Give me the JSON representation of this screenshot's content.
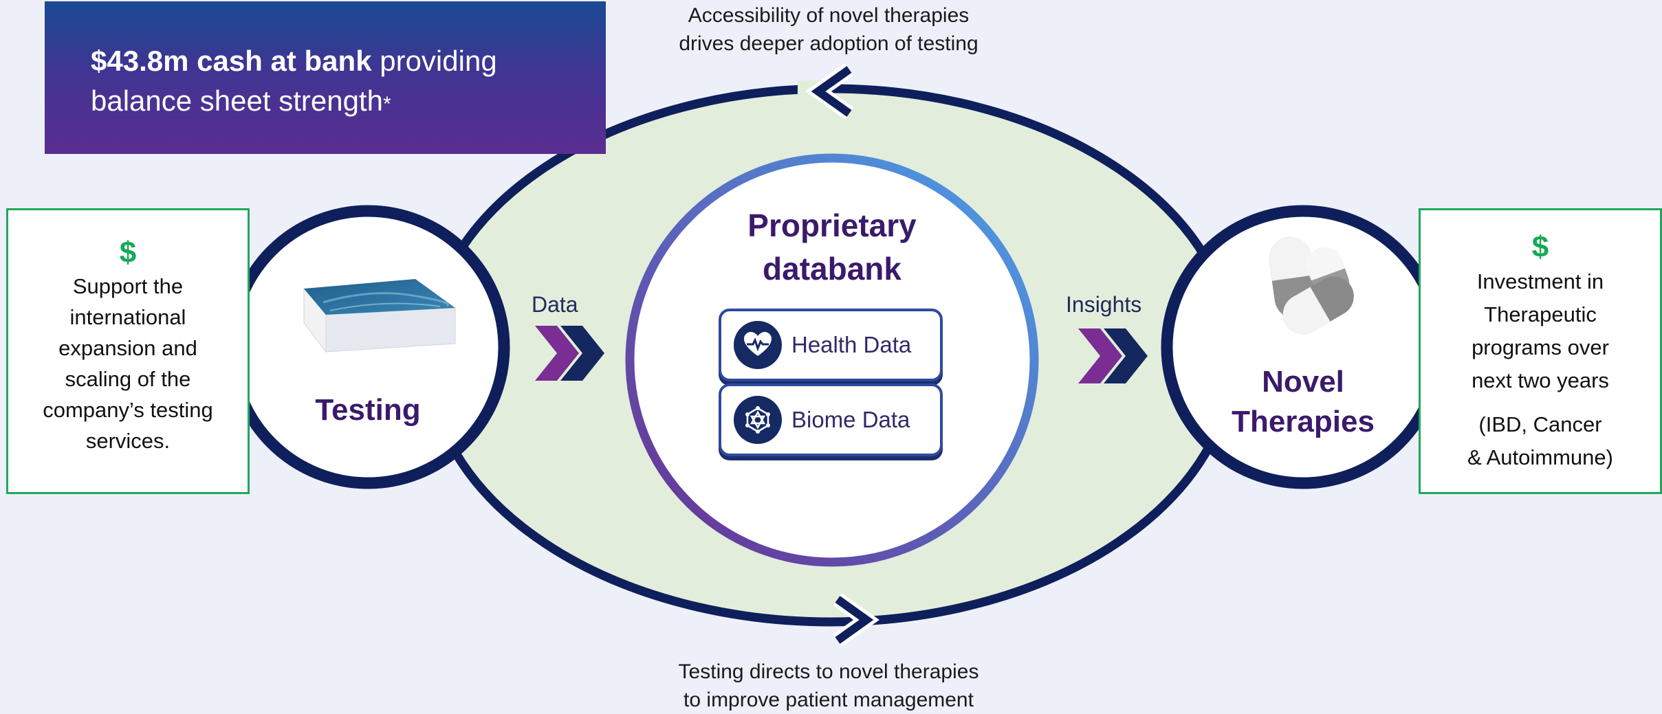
{
  "banner": {
    "bold_text": "$43.8m cash at bank",
    "text_line1": " providing",
    "text_line2": "balance sheet strength",
    "asterisk": "*"
  },
  "top_caption": {
    "line1": "Accessibility of novel therapies",
    "line2": "drives deeper adoption of testing"
  },
  "bottom_caption": {
    "line1": "Testing directs to novel therapies",
    "line2": "to improve patient management"
  },
  "left_box": {
    "symbol": "$",
    "lines": [
      "Support the",
      "international",
      "expansion and",
      "scaling of the",
      "company’s testing",
      "services."
    ]
  },
  "right_box": {
    "symbol": "$",
    "lines": [
      "Investment in",
      "Therapeutic",
      "programs over",
      "next two years"
    ],
    "note_lines": [
      "(IBD, Cancer",
      "& Autoimmune)"
    ]
  },
  "testing": {
    "title": "Testing"
  },
  "therapies": {
    "line1": "Novel",
    "line2": "Therapies"
  },
  "databank": {
    "line1": "Proprietary",
    "line2": "databank",
    "items": [
      {
        "label": "Health Data",
        "icon": "heart-pulse-icon"
      },
      {
        "label": "Biome Data",
        "icon": "molecule-icon"
      }
    ]
  },
  "flow": {
    "data_label": "Data",
    "insights_label": "Insights"
  },
  "colors": {
    "navy": "#0f1f5c",
    "purple": "#6a2c91",
    "title_purple": "#3b1a6b",
    "ellipse_fill": "#e2eedb",
    "green": "#1fa85a"
  }
}
